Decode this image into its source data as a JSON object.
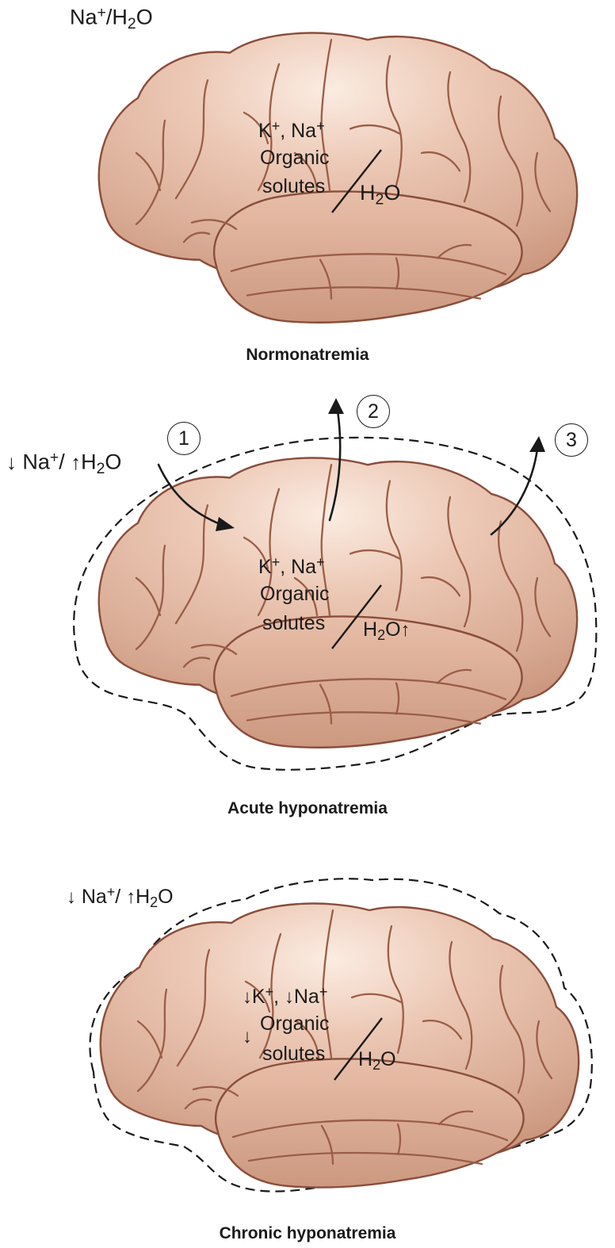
{
  "colors": {
    "brain_light": "#f7e4d8",
    "brain_mid": "#dcb09b",
    "brain_dark": "#c48c74",
    "sulcus": "#9b5d47",
    "outline": "#8a4e3b",
    "text": "#1a1a1a",
    "dashed": "#1a1a1a"
  },
  "icons": [
    "brain-illustration",
    "arrow-down-icon",
    "arrow-up-icon",
    "curved-arrow-icon",
    "dashed-swelling-outline"
  ],
  "panels": {
    "normo": {
      "outside": {
        "na": "Na",
        "na_sup": "+",
        "slash": "/",
        "h": "H",
        "h_sub": "2",
        "o": "O"
      },
      "inside": {
        "k": "K",
        "k_sup": "+",
        "comma": ", ",
        "na": "Na",
        "na_sup": "+",
        "organic": "Organic",
        "solutes": "solutes",
        "h": "H",
        "h_sub": "2",
        "o": "O"
      },
      "caption": "Normonatremia"
    },
    "acute": {
      "outside": {
        "down": "↓",
        "na": " Na",
        "na_sup": "+",
        "slash": "/ ",
        "up": "↑",
        "h": "H",
        "h_sub": "2",
        "o": "O"
      },
      "inside": {
        "k": "K",
        "k_sup": "+",
        "comma": ", ",
        "na": "Na",
        "na_sup": "+",
        "organic": "Organic",
        "solutes": "solutes",
        "h": "H",
        "h_sub": "2",
        "o": "O",
        "up": "↑"
      },
      "steps": [
        "1",
        "2",
        "3"
      ],
      "caption": "Acute hyponatremia"
    },
    "chronic": {
      "outside": {
        "down": "↓",
        "na": " Na",
        "na_sup": "+",
        "slash": "/ ",
        "up": "↑",
        "h": "H",
        "h_sub": "2",
        "o": "O"
      },
      "inside": {
        "down1": "↓",
        "k": "K",
        "k_sup": "+",
        "comma": ", ",
        "down2": "↓",
        "na": "Na",
        "na_sup": "+",
        "down3": "↓",
        "organic": "Organic",
        "solutes": "solutes",
        "h": "H",
        "h_sub": "2",
        "o": "O"
      },
      "caption": "Chronic hyponatremia"
    }
  }
}
